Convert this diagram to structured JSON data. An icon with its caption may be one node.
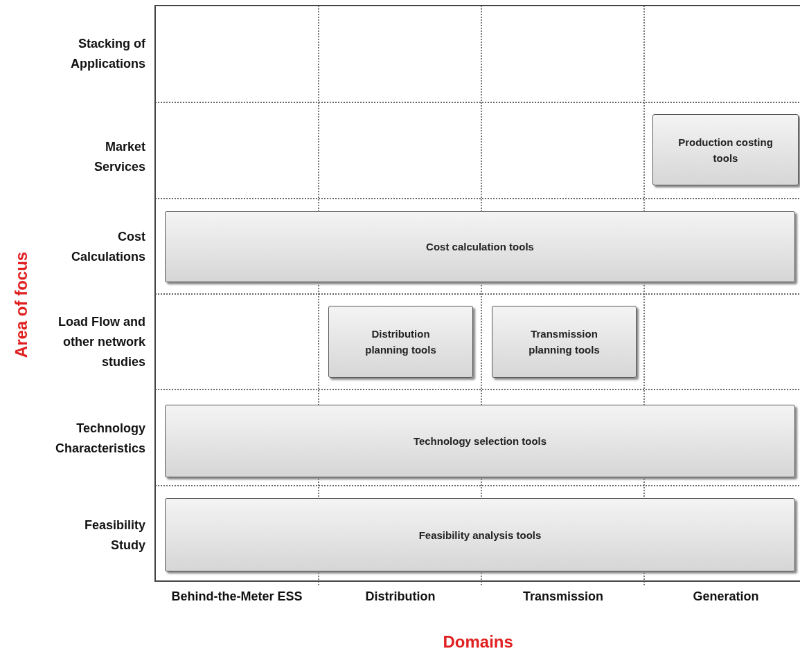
{
  "diagram": {
    "nodes": [
      {
        "text": [
          "Production costing tools"
        ]
      },
      {
        "text": [
          "Cost calculation tools"
        ]
      },
      {
        "text": [
          "Distribution planning tools"
        ]
      },
      {
        "text": [
          "Transmission planning tools"
        ]
      },
      {
        "text": [
          "Technology selection tools"
        ]
      },
      {
        "text": [
          "Feasibility analysis tools"
        ]
      }
    ],
    "labels": [
      "Area of focus",
      "Stacking of Applications",
      "Market Services",
      "Cost Calculations",
      "Load Flow and other network studies",
      "Technology Characteristics",
      "Feasibility Study",
      "Behind-the-Meter ESS",
      "Distribution",
      "Transmission",
      "Generation",
      "Domains"
    ]
  }
}
